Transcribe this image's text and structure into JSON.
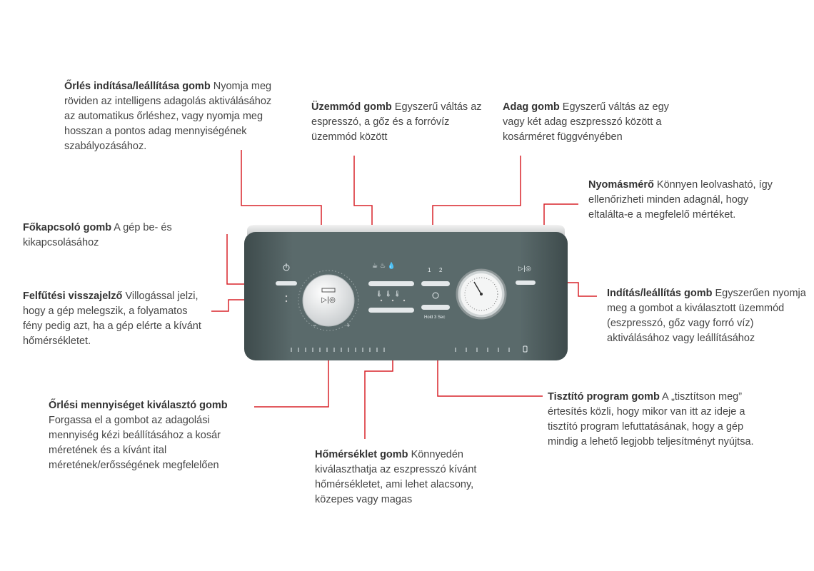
{
  "callouts": {
    "grind_start": {
      "title": "Őrlés indítása/leállítása gomb",
      "text": " Nyomja meg röviden az intelligens adagolás aktiválásához az automatikus őrléshez, vagy nyomja meg hosszan a pontos adag mennyiségének szabályozásához."
    },
    "mode": {
      "title": "Üzemmód gomb",
      "text": " Egyszerű váltás az espresszó, a gőz és a forróvíz üzemmód között"
    },
    "dose": {
      "title": "Adag gomb",
      "text": " Egyszerű váltás az egy vagy két adag eszpresszó között a kosárméret függvényében"
    },
    "gauge": {
      "title": "Nyomásmérő",
      "text": " Könnyen leolvasható, így ellenőrizheti minden adagnál, hogy eltalálta-e a megfelelő mértéket."
    },
    "power": {
      "title": "Főkapcsoló gomb",
      "text": " A gép be- és kikapcsolásához"
    },
    "heat": {
      "title": "Felfűtési visszajelző",
      "text": " Villogással jelzi, hogy a gép melegszik, a folyamatos fény pedig azt, ha a gép elérte a kívánt hőmérsékletet."
    },
    "start_stop": {
      "title": "Indítás/leállítás gomb",
      "text": " Egyszerűen nyomja meg a gombot a kiválasztott üzemmód (eszpresszó, gőz vagy forró víz) aktiválásához vagy leállításához"
    },
    "grind_amount": {
      "title": "Őrlési mennyiséget kiválasztó gomb",
      "text": " Forgassa el a gombot az adagolási mennyiség kézi beállításához a kosár méretének és a kívánt ital méretének/erősségének megfelelően"
    },
    "temperature": {
      "title": "Hőmérséklet gomb",
      "text": " Könnyedén kiválaszthatja az eszpresszó kívánt hőmérsékletet, ami lehet alacsony, közepes vagy magas"
    },
    "clean": {
      "title": "Tisztító program gomb",
      "text": " A „tisztítson meg” értesítés közli, hogy mikor van itt az ideje a tisztító program lefuttatásának, hogy a gép mindig a lehető legjobb teljesítményt nyújtsa."
    }
  },
  "panel_labels": {
    "dose_1": "1",
    "dose_2": "2",
    "hold": "Hold 3 Sec",
    "knob_plus": "+",
    "knob_minus": "−"
  },
  "colors": {
    "leader": "#d8232a",
    "panel": "#4f5e5f",
    "callout_text": "#444444"
  }
}
